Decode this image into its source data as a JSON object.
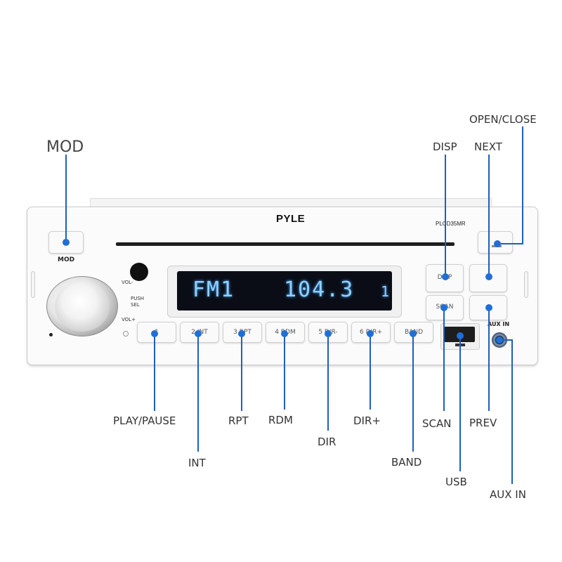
{
  "device": {
    "brand": "PYLE",
    "model": "PLCD35MR",
    "knob_labels": {
      "vol_minus": "VOL-",
      "push": "PUSH",
      "sel": "SEL",
      "vol_plus": "VOL+"
    },
    "mod_label": "MOD",
    "aux_label": "AUX IN",
    "display": {
      "band": "FM1",
      "frequency": "104.3",
      "preset": "1"
    },
    "buttons": {
      "b1": "1",
      "b2": "2 INT",
      "b3": "3 RPT",
      "b4": "4 RDM",
      "b5": "5 DIR-",
      "b6": "6 DIR+",
      "band": "BAND",
      "disp": "DISP",
      "scan": "SCAN"
    }
  },
  "callouts": {
    "mod": "MOD",
    "open_close": "OPEN/CLOSE",
    "disp": "DISP",
    "next": "NEXT",
    "play_pause": "PLAY/PAUSE",
    "int": "INT",
    "rpt": "RPT",
    "rdm": "RDM",
    "dir": "DIR",
    "dir_plus": "DIR+",
    "band": "BAND",
    "scan": "SCAN",
    "prev": "PREV",
    "usb": "USB",
    "aux_in": "AUX IN"
  },
  "colors": {
    "leader_line": "#1f5fbf",
    "lcd_text": "#8fd0ff",
    "lcd_background": "#0a0d16"
  }
}
